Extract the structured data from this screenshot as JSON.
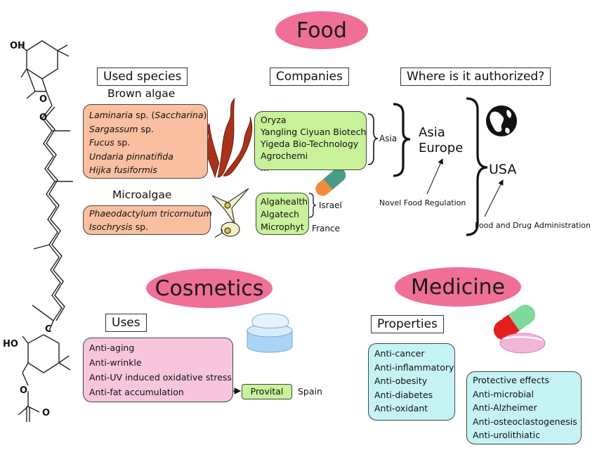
{
  "food": {
    "title": "Food",
    "used_species": {
      "header": "Used species",
      "brown_algae_title": "Brown algae",
      "brown_algae": [
        {
          "name": "Laminaria",
          "suffix": " sp. (",
          "extra": "Saccharina",
          "close": ")"
        },
        {
          "name": "Sargassum",
          "suffix": " sp."
        },
        {
          "name": "Fucus",
          "suffix": " sp."
        },
        {
          "name": "Undaria pinnatifida",
          "suffix": ""
        },
        {
          "name": "Hijka fusiformis",
          "suffix": ""
        }
      ],
      "microalgae_title": "Microalgae",
      "microalgae": [
        {
          "name": "Phaeodactylum tricornutum",
          "suffix": ""
        },
        {
          "name": "Isochrysis",
          "suffix": " sp."
        }
      ]
    },
    "companies": {
      "header": "Companies",
      "asia_list": [
        "Oryza",
        "Yangling Ciyuan Biotech",
        "Yigeda Bio-Technology",
        "Agrochemi",
        "..."
      ],
      "asia_label": "Asia",
      "israel_list": [
        "Algahealth",
        "Algatech"
      ],
      "israel_label": "Israel",
      "france_item": "Microphyt",
      "france_label": "France"
    },
    "authorization": {
      "header": "Where is it authorized?",
      "asia": "Asia",
      "europe": "Europe",
      "novel_food": "Novel Food Regulation",
      "usa": "USA",
      "fda": "Food and Drug Administration"
    }
  },
  "cosmetics": {
    "title": "Cosmetics",
    "uses_header": "Uses",
    "uses": [
      "Anti-aging",
      "Anti-wrinkle",
      "Anti-UV induced oxidative stress",
      "Anti-fat accumulation"
    ],
    "provital": "Provital",
    "spain": "Spain"
  },
  "medicine": {
    "title": "Medicine",
    "properties_header": "Properties",
    "properties": [
      "Anti-cancer",
      "Anti-inflammatory",
      "Anti-obesity",
      "Anti-diabetes",
      "Anti-oxidant"
    ],
    "protective": [
      "Protective effects",
      "Anti-microbial",
      "Anti-Alzheimer",
      "Anti-osteoclastogenesis",
      "Anti-urolithiatic"
    ]
  },
  "molecule": {
    "oh_top": "OH",
    "o_epoxide": "O",
    "o_keto": "O",
    "c_allene": "C",
    "oh_bottom": "HO",
    "o_acetyl": "O",
    "o_carbonyl": "O"
  },
  "colors": {
    "ellipse": "#ef6f96",
    "orange_box": "#f9bfa0",
    "green_box": "#c8f29a",
    "pink_box": "#f7c6dc",
    "cyan_box": "#c5f3f4"
  }
}
